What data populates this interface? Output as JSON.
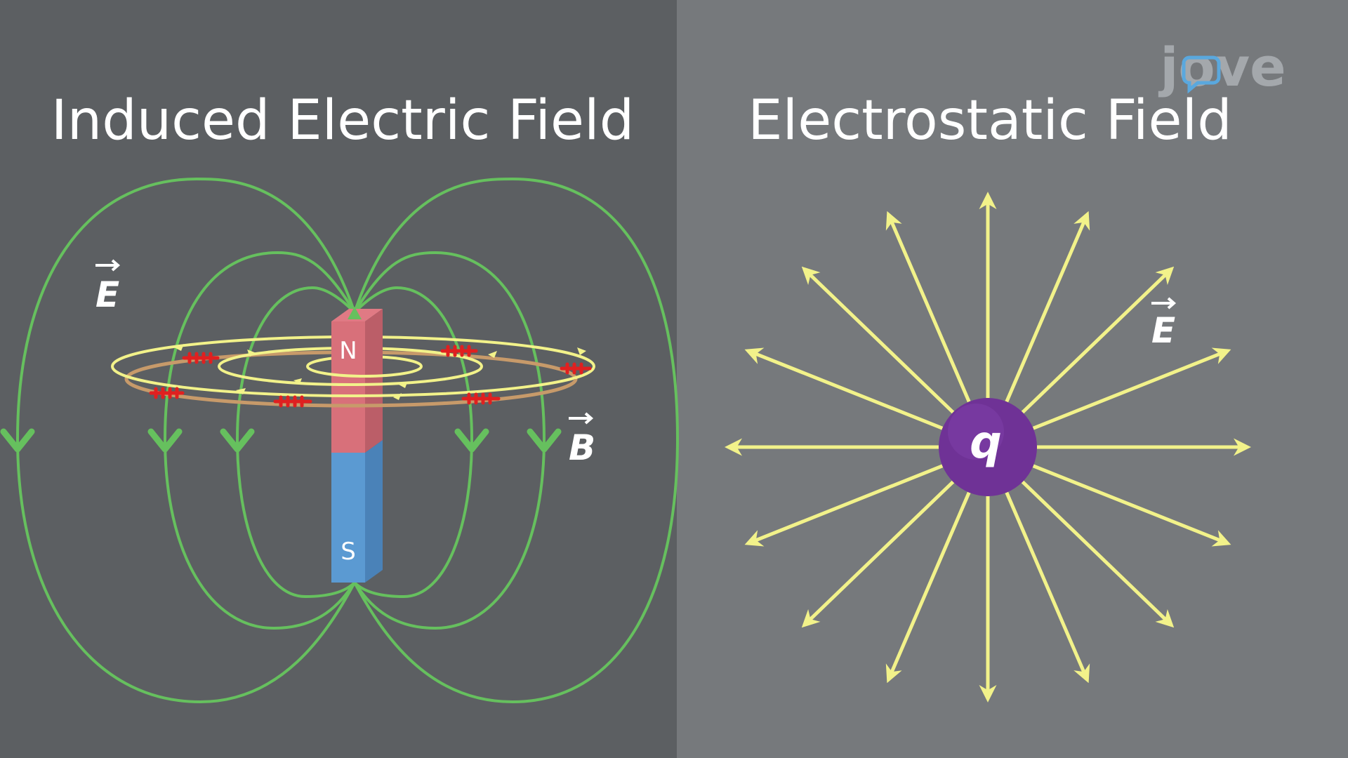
{
  "left_panel": {
    "title": "Induced Electric Field",
    "e_label": "E",
    "b_label": "B",
    "magnet": {
      "north_label": "N",
      "south_label": "S"
    }
  },
  "right_panel": {
    "title": "Electrostatic Field",
    "e_label": "E",
    "charge_label": "q"
  },
  "logo": {
    "text": "jove"
  },
  "colors": {
    "left_background": "#5c5f62",
    "right_background": "#76797c",
    "field_line_green": "#66c05e",
    "electric_field_yellow": "#f2f28a",
    "loop_tan": "#c79a6a",
    "charge_purple": "#6f3296",
    "magnet_north": "#d8707a",
    "magnet_south": "#5b9ad2"
  }
}
